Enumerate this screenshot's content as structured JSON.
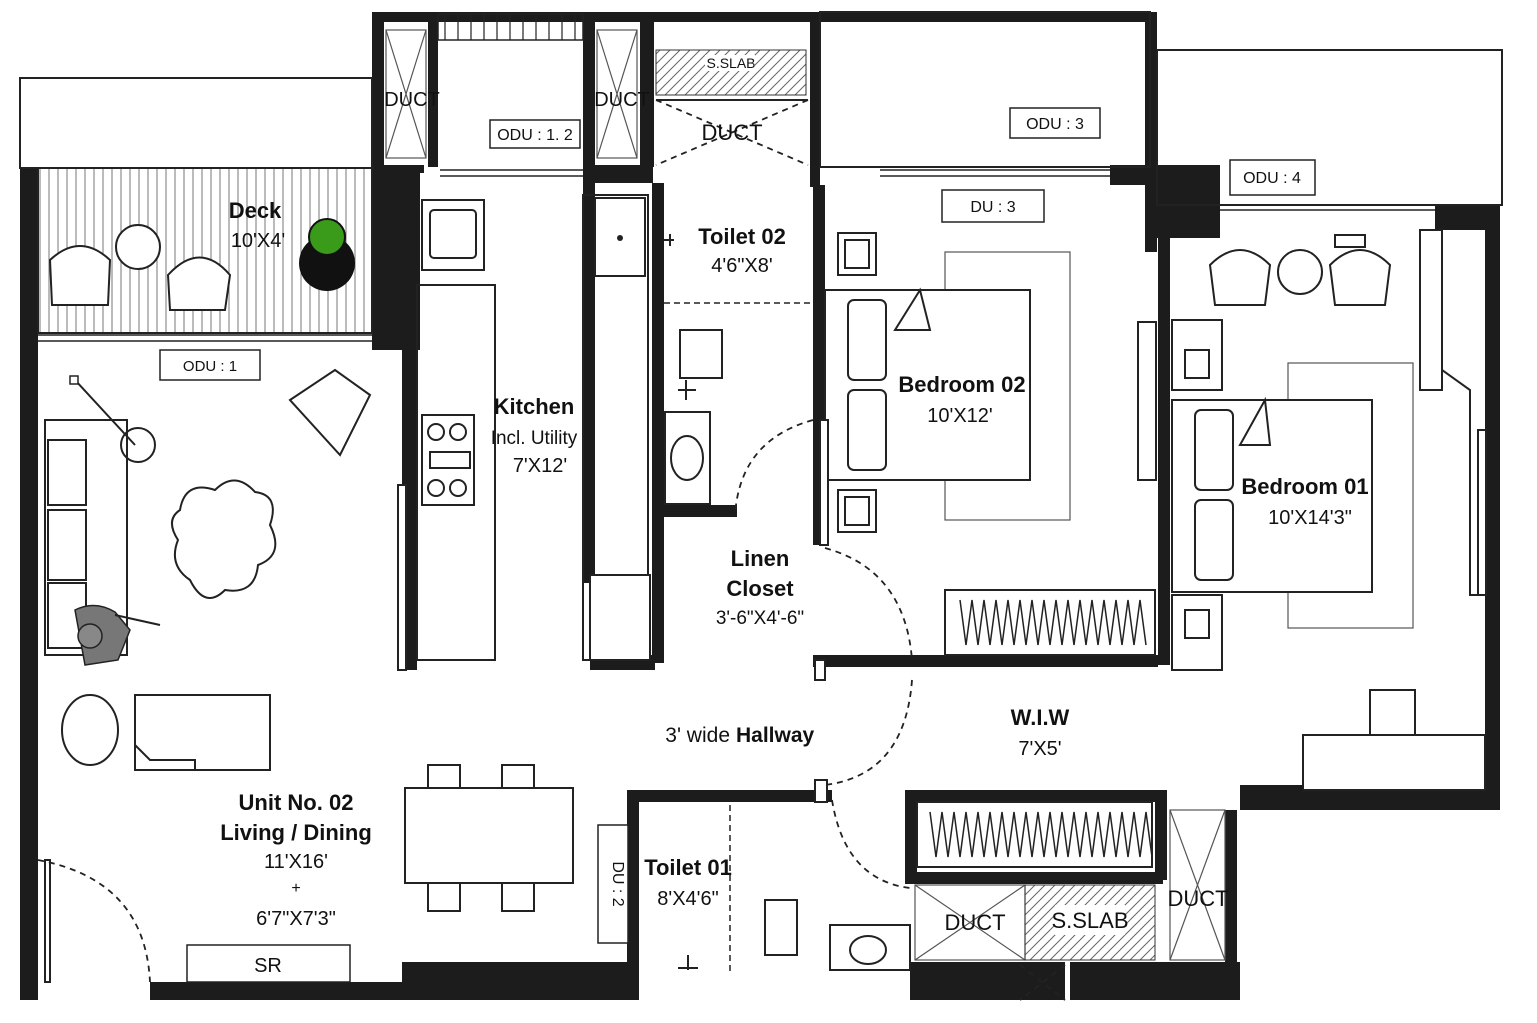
{
  "rooms": {
    "deck": {
      "name": "Deck",
      "size": "10'X4'"
    },
    "kitchen": {
      "name": "Kitchen",
      "note": "Incl. Utility",
      "size": "7'X12'"
    },
    "toilet02": {
      "name": "Toilet 02",
      "size": "4'6\"X8'"
    },
    "bedroom02": {
      "name": "Bedroom 02",
      "size": "10'X12'"
    },
    "bedroom01": {
      "name": "Bedroom 01",
      "size": "10'X14'3\""
    },
    "linen": {
      "name1": "Linen",
      "name2": "Closet",
      "size": "3'-6\"X4'-6\""
    },
    "hallway": {
      "prefix": "3' wide",
      "name": "Hallway"
    },
    "wiw": {
      "name": "W.I.W",
      "size": "7'X5'"
    },
    "living": {
      "unit": "Unit No. 02",
      "name": "Living / Dining",
      "size1": "11'X16'",
      "plus": "+",
      "size2": "6'7\"X7'3\""
    },
    "toilet01": {
      "name": "Toilet 01",
      "size": "8'X4'6\""
    }
  },
  "tags": {
    "odu12": "ODU : 1. 2",
    "odu3": "ODU : 3",
    "odu4": "ODU : 4",
    "odu1": "ODU : 1",
    "du3": "DU : 3",
    "du2": "DU : 2",
    "sr": "SR",
    "duct1": "DUCT",
    "duct2": "DUCT",
    "duct3": "DUCT",
    "duct4": "DUCT",
    "duct5": "DUCT",
    "sslab_top": "S.SLAB",
    "sslab_bottom": "S.SLAB"
  },
  "colors": {
    "wall": "#1c1c1c",
    "line": "#222222",
    "plant": "#3a9a1a"
  }
}
